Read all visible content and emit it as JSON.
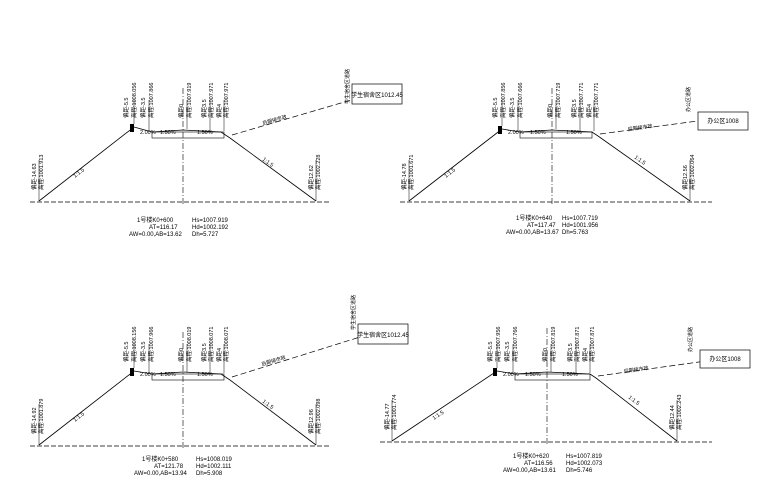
{
  "sections": [
    {
      "labels": {
        "left_offset": "偏距-5.5",
        "left_elev": "高程:1008.056",
        "left_offset2": "偏距-3.5",
        "left_elev2": "高程:1007.866",
        "center_offset": "偏距0",
        "center_elev": "高程:1007.919",
        "right_offset": "偏距3.5",
        "right_elev": "高程:1007.971",
        "right_offset2": "偏距4",
        "right_elev2": "高程:1007.971",
        "toe_left_offset": "偏距-14.63",
        "toe_left_elev": "高程:1001.913",
        "toe_right_offset": "偏距12.62",
        "toe_right_elev": "高程:1002.228",
        "slope_left": "1:1.5",
        "slope_right": "1:1.5",
        "slope_pct_1": "2.00%",
        "slope_pct_2": "1.50%",
        "slope_pct_3": "1.50%",
        "ramp_label": "后期接市政",
        "tag_text": "学生宿舍区1012.45",
        "tag_side": "学生宿舍区道路"
      },
      "info": {
        "station": "1号楼K0+600",
        "at": "AT=116.17",
        "awab": "AW=0.00,AB=13.62",
        "hs": "Hs=1007.919",
        "hd": "Hd=1002.192",
        "dh": "Dh=5.727"
      }
    },
    {
      "labels": {
        "left_offset": "偏距-5.5",
        "left_elev": "高程:1007.856",
        "left_offset2": "偏距-3.5",
        "left_elev2": "高程:1007.666",
        "center_offset": "偏距0",
        "center_elev": "高程:1007.719",
        "right_offset": "偏距3.5",
        "right_elev": "高程:1007.771",
        "right_offset2": "偏距4",
        "right_elev2": "高程:1007.771",
        "toe_left_offset": "偏距-14.78",
        "toe_left_elev": "高程:1001.671",
        "toe_right_offset": "偏距12.56",
        "toe_right_elev": "高程:1002.064",
        "slope_left": "1:1.5",
        "slope_right": "1:1.5",
        "slope_pct_1": "2.00%",
        "slope_pct_2": "1.50%",
        "slope_pct_3": "1.50%",
        "ramp_label": "后期接市政",
        "tag_text": "办公区1008",
        "tag_side": "办公区道路"
      },
      "info": {
        "station": "1号楼K0+640",
        "at": "AT=117.47",
        "awab": "AW=0.00,AB=13.67",
        "hs": "Hs=1007.719",
        "hd": "Hd=1001.956",
        "dh": "Dh=5.763"
      }
    },
    {
      "labels": {
        "left_offset": "偏距-5.5",
        "left_elev": "高程:1008.156",
        "left_offset2": "偏距-3.5",
        "left_elev2": "高程:1007.966",
        "center_offset": "偏距0",
        "center_elev": "高程:1008.019",
        "right_offset": "偏距3.5",
        "right_elev": "高程:1008.071",
        "right_offset2": "偏距4",
        "right_elev2": "高程:1008.071",
        "toe_left_offset": "偏距-14.92",
        "toe_left_elev": "高程:1001.879",
        "toe_right_offset": "偏距12.96",
        "toe_right_elev": "高程:1002.098",
        "slope_left": "1:1.5",
        "slope_right": "1:1.5",
        "slope_pct_1": "2.00%",
        "slope_pct_2": "1.50%",
        "slope_pct_3": "1.50%",
        "ramp_label": "后期接市政",
        "tag_text": "学生宿舍区1012.45",
        "tag_side": "学生宿舍区道路"
      },
      "info": {
        "station": "1号楼K0+580",
        "at": "AT=121.78",
        "awab": "AW=0.00,AB=13.94",
        "hs": "Hs=1008.019",
        "hd": "Hd=1002.111",
        "dh": "Dh=5.908"
      }
    },
    {
      "labels": {
        "left_offset": "偏距-5.5",
        "left_elev": "高程:1007.956",
        "left_offset2": "偏距-3.5",
        "left_elev2": "高程:1007.766",
        "center_offset": "偏距0",
        "center_elev": "高程:1007.819",
        "right_offset": "偏距3.5",
        "right_elev": "高程:1007.871",
        "right_offset2": "偏距4",
        "right_elev2": "高程:1007.871",
        "toe_left_offset": "偏距-14.77",
        "toe_left_elev": "高程:1001.774",
        "toe_right_offset": "偏距12.44",
        "toe_right_elev": "高程:1002.243",
        "slope_left": "1:1.5",
        "slope_right": "1:1.5",
        "slope_pct_1": "2.00%",
        "slope_pct_2": "1.50%",
        "slope_pct_3": "1.50%",
        "ramp_label": "后期接市政",
        "tag_text": "办公区1008",
        "tag_side": "办公区道路"
      },
      "info": {
        "station": "1号楼K0+620",
        "at": "AT=116.56",
        "awab": "AW=0.00,AB=13.61",
        "hs": "Hs=1007.819",
        "hd": "Hd=1002.073",
        "dh": "Dh=5.746"
      }
    }
  ]
}
